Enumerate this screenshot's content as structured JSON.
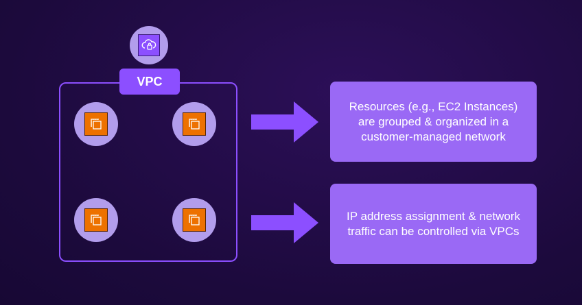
{
  "vpc": {
    "label": "VPC",
    "icon": "vpc-cloud-lock-icon",
    "instances": [
      {
        "icon": "ec2-instance-icon"
      },
      {
        "icon": "ec2-instance-icon"
      },
      {
        "icon": "ec2-instance-icon"
      },
      {
        "icon": "ec2-instance-icon"
      }
    ]
  },
  "info_boxes": [
    {
      "lines": [
        "Resources (e.g., EC2 Instances)",
        "are grouped & organized in a",
        "customer-managed network"
      ]
    },
    {
      "lines": [
        "IP address assignment & network",
        "traffic can be controlled via VPCs"
      ]
    }
  ],
  "colors": {
    "background": "#1c0a3c",
    "accent": "#8c4fff",
    "circle": "#b29dec",
    "box": "#9a69f5",
    "ec2": "#ed7100"
  }
}
